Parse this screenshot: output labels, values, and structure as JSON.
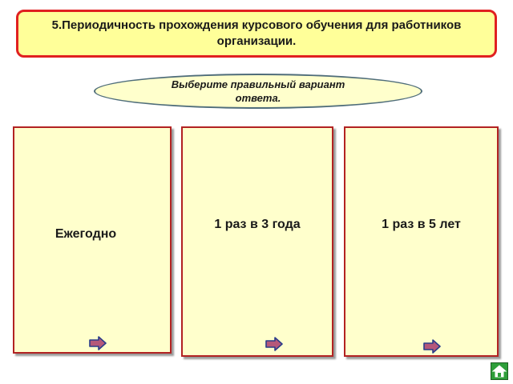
{
  "title": "5.Периодичность прохождения курсового обучения для работников организации.",
  "instruction": "Выберите правильный вариант ответа.",
  "options": [
    {
      "label": "Ежегодно",
      "arrow_icon": "arrow-right-icon"
    },
    {
      "label": "1 раз в 3 года",
      "arrow_icon": "arrow-right-icon"
    },
    {
      "label": "1 раз в 5 лет",
      "arrow_icon": "arrow-right-icon"
    }
  ],
  "nav": {
    "icon": "home-icon"
  },
  "colors": {
    "title_bg": "#ffff99",
    "title_border": "#e02020",
    "card_bg": "#ffffcc",
    "card_border": "#b22222",
    "arrow_fill": "#b5587a",
    "arrow_stroke": "#2a3c8a",
    "nav_green": "#2e9e3a"
  }
}
